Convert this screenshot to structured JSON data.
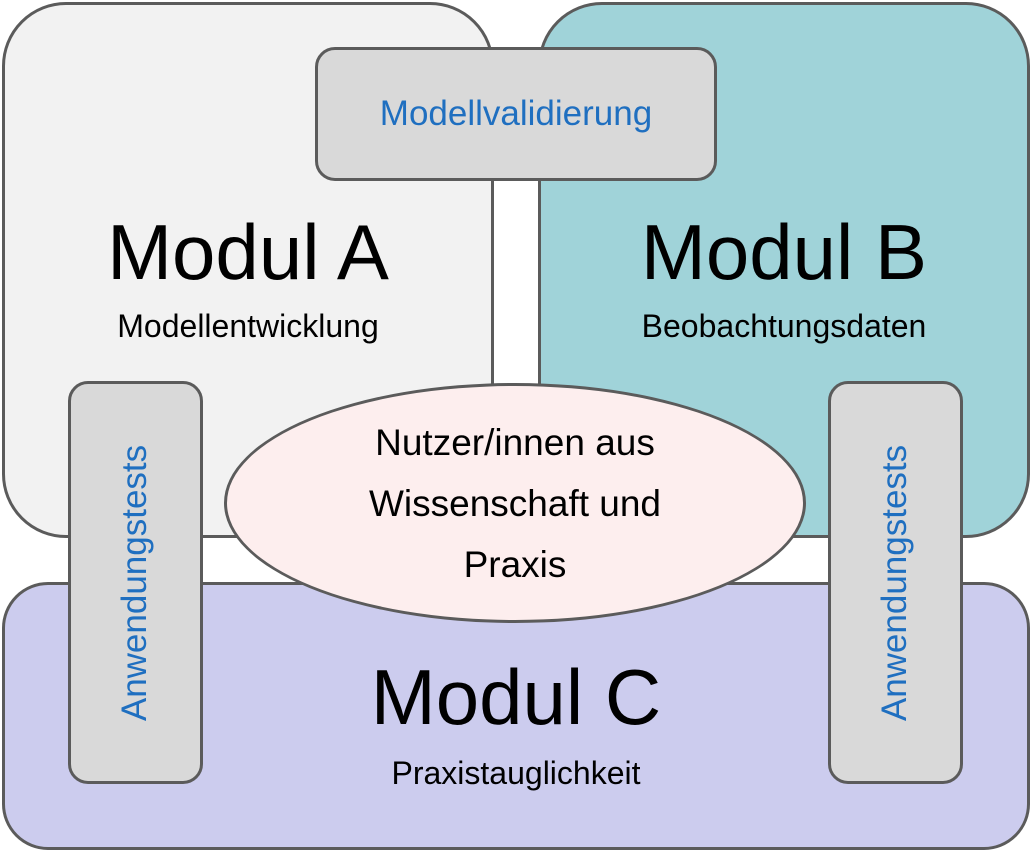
{
  "module_a": {
    "title": "Modul A",
    "subtitle": "Modellentwicklung",
    "color": "#f2f2f2"
  },
  "module_b": {
    "title": "Modul B",
    "subtitle": "Beobachtungsdaten",
    "color": "#a0d3d9"
  },
  "module_c": {
    "title": "Modul C",
    "subtitle": "Praxistauglichkeit",
    "color": "#ccccee"
  },
  "connectors": {
    "validation": "Modellvalidierung",
    "tests_left": "Anwendungstests",
    "tests_right": "Anwendungstests",
    "label_color": "#1f6fc0",
    "fill_color": "#d9d9d9"
  },
  "center": {
    "text": "Nutzer/innen aus\nWissenschaft und\nPraxis",
    "color": "#fdeeee"
  }
}
